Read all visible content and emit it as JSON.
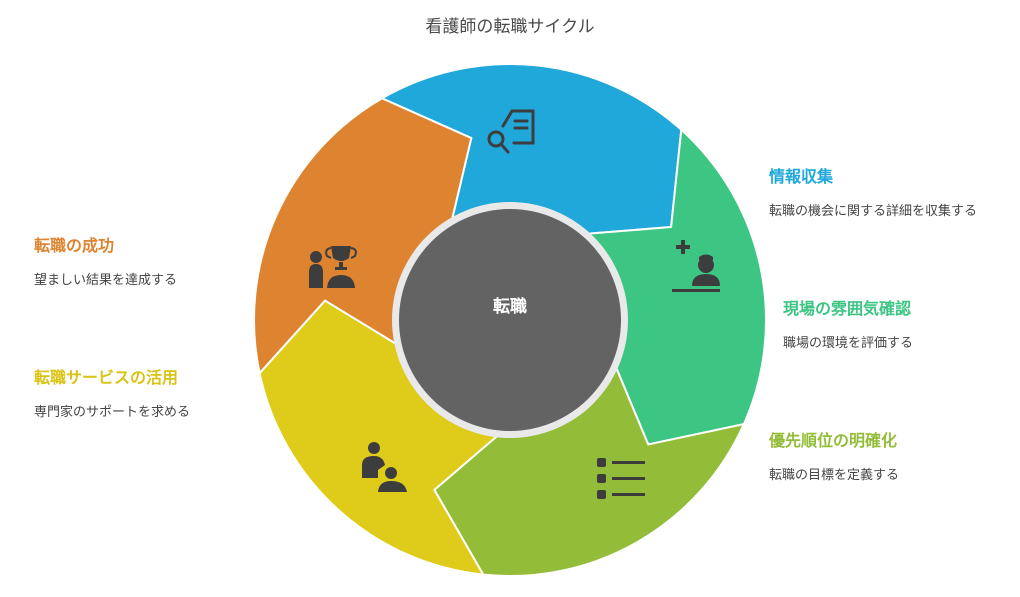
{
  "title": "看護師の転職サイクル",
  "center_label": "転職",
  "colors": {
    "center": "#636363",
    "ring_gap": "#e9e9e9",
    "icon": "#3d3d3d"
  },
  "segments": [
    {
      "name": "情報収集",
      "description": "転職の機会に関する詳細を収集する",
      "color": "#1fa8d9",
      "icon": "document-search-icon"
    },
    {
      "name": "現場の雰囲気確認",
      "description": "職場の環境を評価する",
      "color": "#3dc583",
      "icon": "nurse-icon"
    },
    {
      "name": "優先順位の明確化",
      "description": "転職の目標を定義する",
      "color": "#93bd38",
      "icon": "checklist-icon"
    },
    {
      "name": "転職サービスの活用",
      "description": "専門家のサポートを求める",
      "color": "#dfcc1a",
      "icon": "support-people-icon"
    },
    {
      "name": "転職の成功",
      "description": "望ましい結果を達成する",
      "color": "#de8430",
      "icon": "trophy-person-icon"
    }
  ]
}
